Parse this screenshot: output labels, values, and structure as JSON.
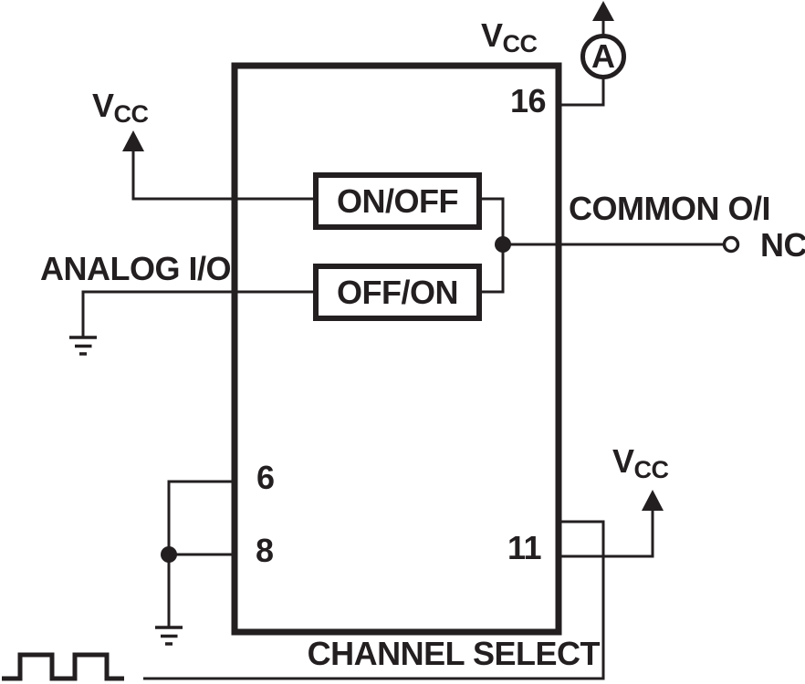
{
  "diagram": {
    "labels": {
      "vcc_main": "V",
      "vcc_sub": "CC",
      "on_off": "ON/OFF",
      "off_on": "OFF/ON",
      "common_oi": "COMMON O/I",
      "nc": "NC",
      "analog_io": "ANALOG I/O",
      "channel_select": "CHANNEL SELECT",
      "ammeter": "A"
    },
    "pins": {
      "pin16": "16",
      "pin11": "11",
      "pin6": "6",
      "pin8": "8"
    },
    "colors": {
      "ink": "#231f20",
      "background": "#ffffff"
    }
  }
}
